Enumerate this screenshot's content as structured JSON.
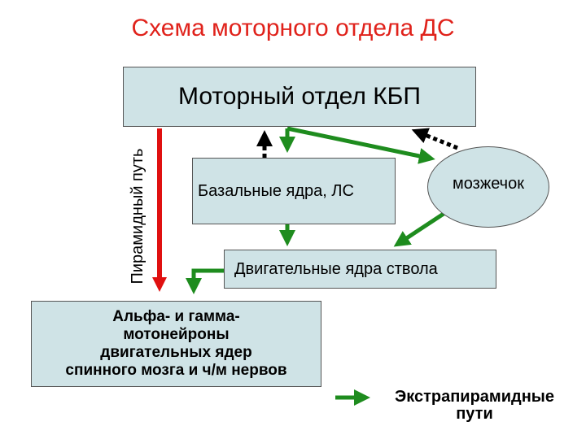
{
  "title": "Схема моторного отдела ДС",
  "nodes": {
    "kbp": "Моторный отдел КБП",
    "basal": "Базальные ядра, ЛС",
    "cerebellum": "мозжечок",
    "stem": "Двигательные ядра ствола",
    "alpha": "Альфа- и гамма-\nмотонейроны\nдвигательных ядер\nспинного мозга и ч/м нервов"
  },
  "edge_labels": {
    "pyramidal": "Пирамидный путь"
  },
  "legend": {
    "extrapyramidal": "Экстрапирамидные\nпути"
  },
  "colors": {
    "title": "#e0221b",
    "extrapyramidal": "#1e8c1e",
    "pyramidal": "#e01010",
    "feedback": "#000000",
    "box_fill": "#cfe3e6"
  }
}
